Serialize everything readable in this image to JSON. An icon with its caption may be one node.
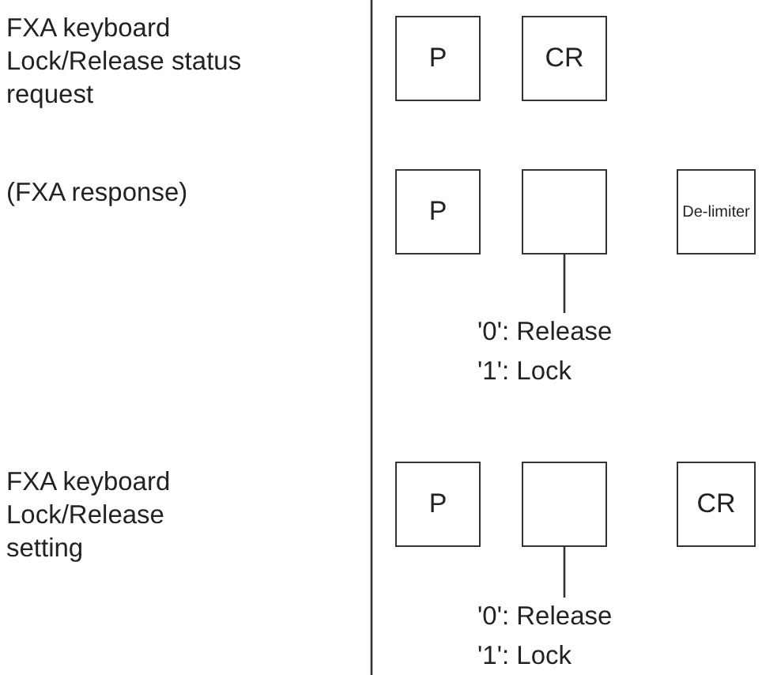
{
  "diagram": {
    "nodes": [
      {
        "text": [
          "P"
        ]
      },
      {
        "text": [
          "CR"
        ]
      },
      {
        "text": [
          "P"
        ]
      },
      {
        "text": [],
        "shape": "box"
      },
      {
        "text": [
          "De-limiter"
        ]
      },
      {
        "text": [
          "'0': Release",
          "'1': Lock"
        ]
      },
      {
        "text": [
          "P"
        ]
      },
      {
        "text": [],
        "shape": "box"
      },
      {
        "text": [
          "CR"
        ]
      },
      {
        "text": [
          "'0': Release",
          "'1': Lock"
        ]
      }
    ],
    "edges": [
      {
        "from": 5,
        "to": 3,
        "arrow": "none"
      },
      {
        "from": 9,
        "to": 7,
        "arrow": "none"
      }
    ],
    "labels": [
      "FXA keyboard Lock/Release status request",
      "(FXA response)",
      "FXA keyboard Lock/Release setting"
    ]
  }
}
